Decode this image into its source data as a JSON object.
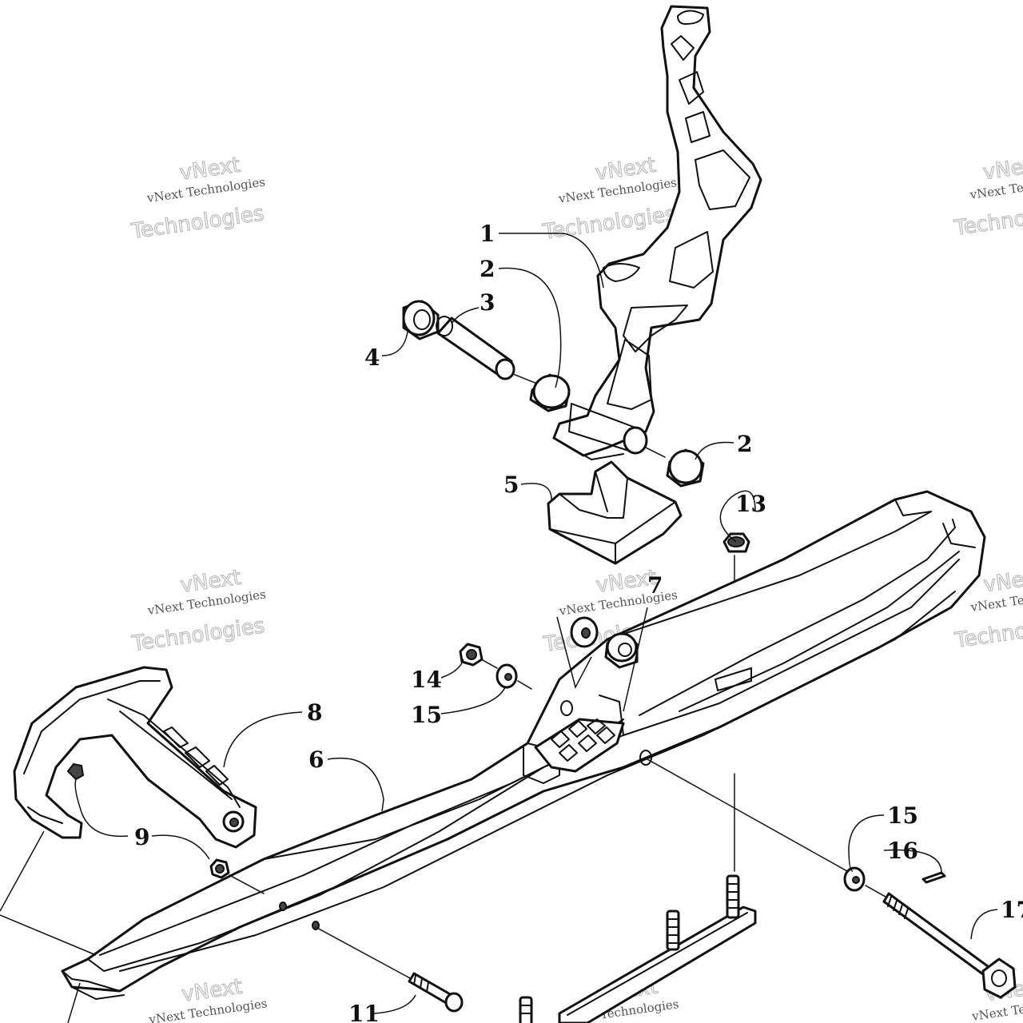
{
  "diagram": {
    "callouts": [
      "1",
      "2",
      "3",
      "4",
      "2",
      "5",
      "13",
      "7",
      "14",
      "15",
      "8",
      "6",
      "9",
      "15",
      "16",
      "17",
      "11"
    ]
  },
  "watermark": {
    "line1": "vNext Technologies",
    "line2": "Technologies",
    "top": "vNext"
  }
}
